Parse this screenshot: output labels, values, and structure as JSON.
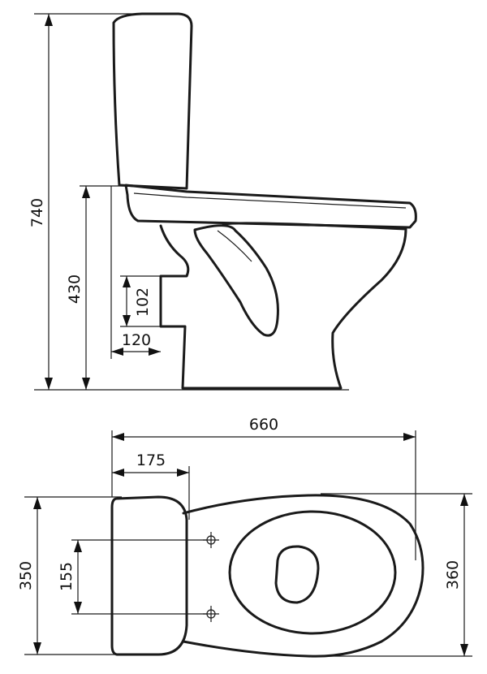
{
  "dimensions": {
    "total_height": "740",
    "seat_height": "430",
    "outlet_height": "102",
    "outlet_offset": "120",
    "total_length": "660",
    "tank_depth": "175",
    "tank_width": "350",
    "mounting_spacing": "155",
    "bowl_width": "360"
  }
}
